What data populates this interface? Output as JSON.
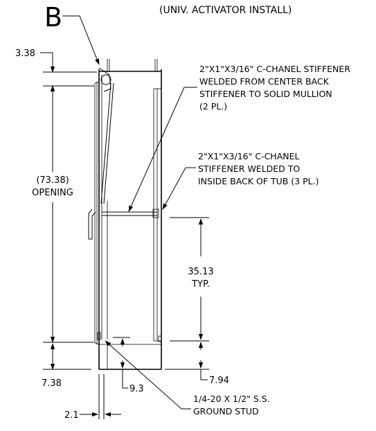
{
  "header": {
    "detail_letter": "B",
    "subtitle": "(UNIV. ACTIVATOR INSTALL)"
  },
  "dimensions": {
    "top_offset": "3.38",
    "opening_value": "(73.38)",
    "opening_label": "OPENING",
    "stiffener_spacing_value": "35.13",
    "stiffener_spacing_label": "TYP.",
    "bottom_left": "7.38",
    "bottom_right": "7.94",
    "stud_height": "9.3",
    "stud_offset": "2.1"
  },
  "callouts": {
    "stiffener_center_back": [
      "2\"X1\"X3/16\" C-CHANEL STIFFENER",
      "WELDED FROM CENTER BACK",
      "STIFFENER TO SOLID MULLION",
      "(2 PL.)"
    ],
    "stiffener_tub": [
      "2\"X1\"X3/16\" C-CHANEL",
      "STIFFENER WELDED TO",
      "INSIDE BACK OF TUB (3 PL.)"
    ],
    "ground_stud": [
      "1/4-20 X 1/2\" S.S.",
      "GROUND STUD"
    ]
  }
}
